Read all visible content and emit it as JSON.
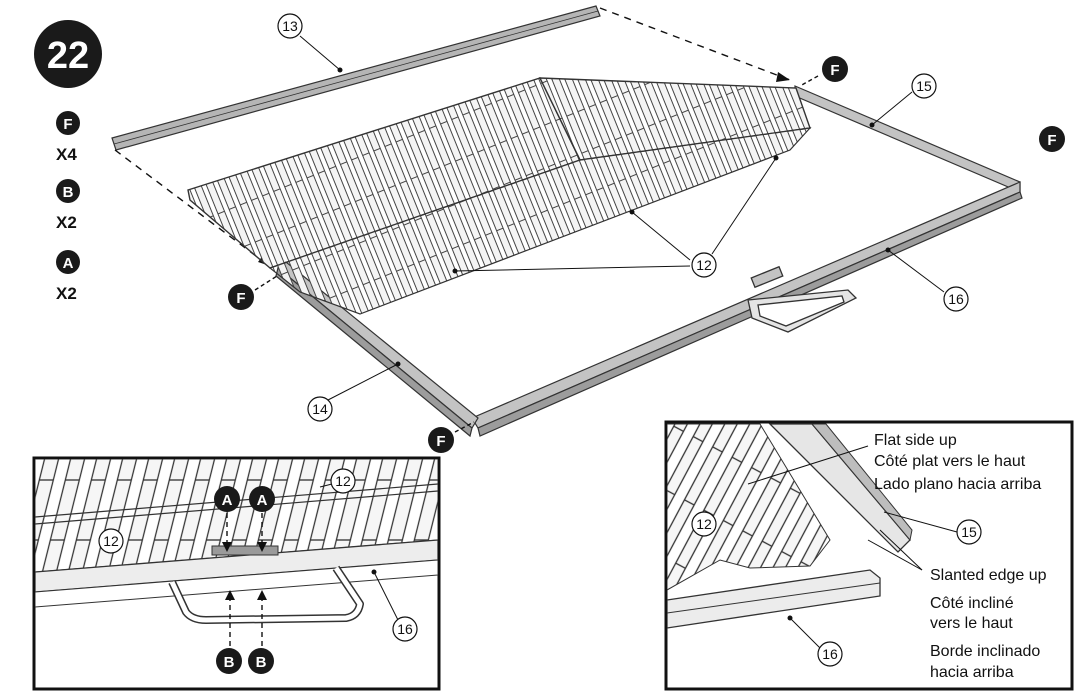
{
  "step_number": "22",
  "parts": [
    {
      "letter": "F",
      "qty": "X4"
    },
    {
      "letter": "B",
      "qty": "X2"
    },
    {
      "letter": "A",
      "qty": "X2"
    }
  ],
  "part_labels": {
    "rear_rail": "13",
    "front_rail": "14",
    "right_rail": "15",
    "bottom_rail": "16",
    "grate": "12"
  },
  "fastener_letters": {
    "F": "F",
    "A": "A",
    "B": "B"
  },
  "inset_right_notes": {
    "flat_en": "Flat side up",
    "flat_fr": "Côté plat vers le haut",
    "flat_es": "Lado plano hacia arriba",
    "slant_en": "Slanted edge up",
    "slant_fr_1": "Côté incliné",
    "slant_fr_2": "vers le haut",
    "slant_es_1": "Borde inclinado",
    "slant_es_2": "hacia arriba"
  }
}
